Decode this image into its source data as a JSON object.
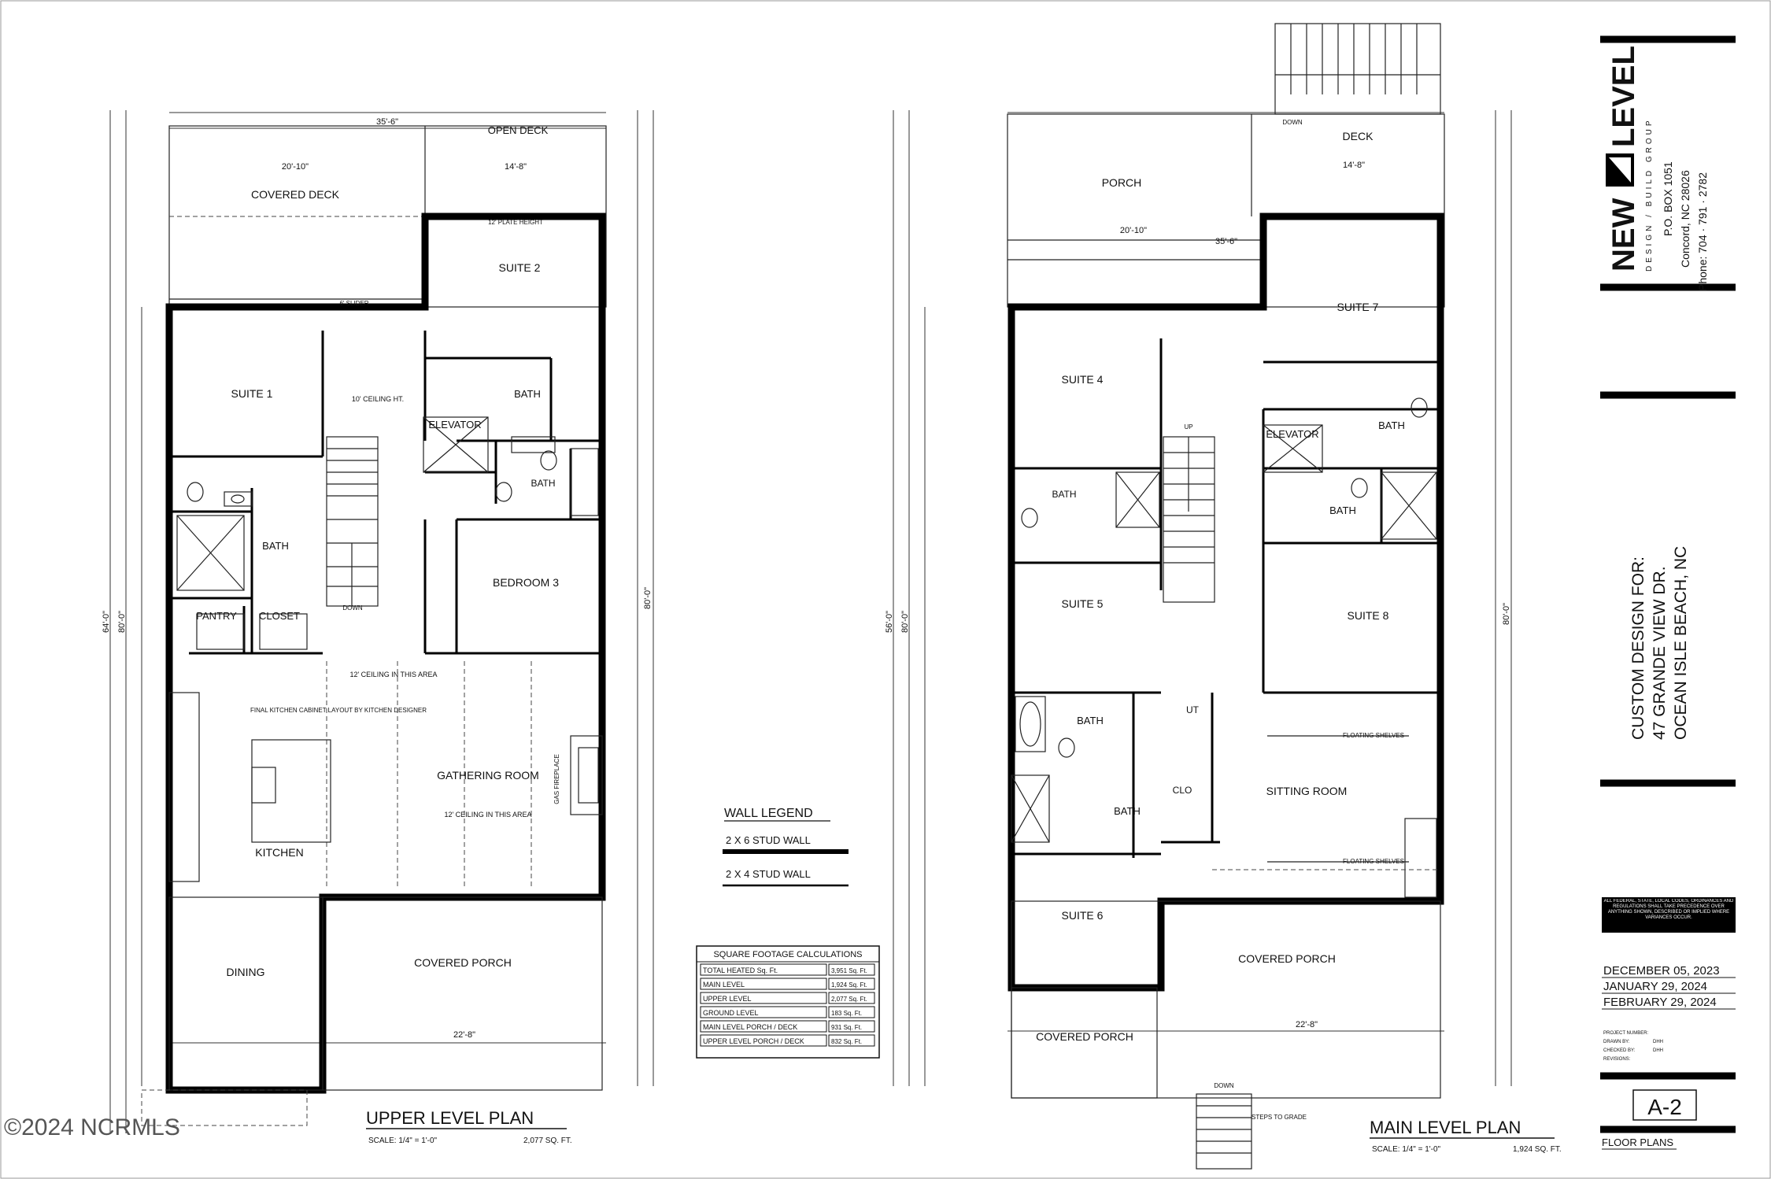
{
  "watermark": "©2024 NCRMLS",
  "upper_plan": {
    "title": "UPPER LEVEL PLAN",
    "scale": "SCALE: 1/4\" = 1'-0\"",
    "sqft": "2,077 SQ. FT.",
    "rooms": {
      "open_deck": "OPEN DECK",
      "covered_deck": "COVERED DECK",
      "suite2": "SUITE 2",
      "suite1": "SUITE 1",
      "bath1": "BATH",
      "bath2": "BATH",
      "bath3": "BATH",
      "elevator": "ELEVATOR",
      "bedroom3": "BEDROOM 3",
      "pantry": "PANTRY",
      "closet": "CLOSET",
      "gathering": "GATHERING ROOM",
      "kitchen": "KITCHEN",
      "dining": "DINING",
      "covered_porch": "COVERED PORCH"
    },
    "notes": {
      "ceiling10": "10' CEILING HT.",
      "ceiling12": "12' CEILING IN THIS AREA",
      "plate12": "12' PLATE HEIGHT",
      "slider": "6' SLIDER",
      "kitchen_note": "FINAL KITCHEN CABINET LAYOUT BY KITCHEN DESIGNER",
      "fireplace": "GAS FIREPLACE",
      "down": "DOWN"
    },
    "dims": {
      "top_total": "35'-6\"",
      "deck_left": "20'-10\"",
      "deck_right": "14'-8\"",
      "bottom_total": "22'-8\"",
      "height_total": "64'-0\"",
      "overall": "80'-0\""
    }
  },
  "main_plan": {
    "title": "MAIN LEVEL PLAN",
    "scale": "SCALE: 1/4\" = 1'-0\"",
    "sqft": "1,924 SQ. FT.",
    "rooms": {
      "deck": "DECK",
      "porch": "PORCH",
      "suite7": "SUITE 7",
      "suite4": "SUITE 4",
      "elevator": "ELEVATOR",
      "bath_a": "BATH",
      "bath_b": "BATH",
      "bath_c": "BATH",
      "bath_d": "BATH",
      "bath_e": "BATH",
      "suite5": "SUITE 5",
      "suite8": "SUITE 8",
      "sitting": "SITTING ROOM",
      "clo": "CLO",
      "ut": "UT",
      "suite6": "SUITE 6",
      "covered_porch": "COVERED PORCH",
      "covered_porch_small": "COVERED PORCH"
    },
    "notes": {
      "floating": "FLOATING SHELVES",
      "steps": "STEPS TO GRADE",
      "down": "DOWN",
      "up": "UP"
    },
    "dims": {
      "top_total": "35'-6\"",
      "left": "20'-10\"",
      "right": "14'-8\"",
      "bottom": "22'-8\"",
      "height": "56'-0\"",
      "overall": "80'-0\""
    }
  },
  "wall_legend": {
    "title": "WALL LEGEND",
    "item1": "2 X 6 STUD WALL",
    "item2": "2 X 4 STUD WALL"
  },
  "sqft_table": {
    "title": "SQUARE FOOTAGE CALCULATIONS",
    "rows": [
      {
        "label": "TOTAL HEATED Sq. Ft.",
        "value": "3,951 Sq. Ft."
      },
      {
        "label": "MAIN LEVEL",
        "value": "1,924 Sq. Ft."
      },
      {
        "label": "UPPER LEVEL",
        "value": "2,077 Sq. Ft."
      },
      {
        "label": "GROUND LEVEL",
        "value": "183 Sq. Ft."
      },
      {
        "label": "MAIN LEVEL PORCH / DECK",
        "value": "931 Sq. Ft."
      },
      {
        "label": "UPPER LEVEL PORCH / DECK",
        "value": "832 Sq. Ft."
      }
    ]
  },
  "title_block": {
    "brand_new": "NEW",
    "brand_level": "LEVEL",
    "brand_tag": "DESIGN / BUILD GROUP",
    "addr1": "P.O. BOX 1051",
    "addr2": "Concord, NC 28026",
    "phone": "Phone: 704 · 791 · 2782",
    "project1": "CUSTOM DESIGN FOR:",
    "project2": "47 GRANDE VIEW DR.",
    "project3": "OCEAN ISLE BEACH, NC",
    "dates": [
      "DECEMBER 05, 2023",
      "JANUARY 29, 2024",
      "FEBRUARY 29, 2024"
    ],
    "sheet": "A-2",
    "sheet_name": "FLOOR PLANS",
    "codes_note": "ALL FEDERAL, STATE, LOCAL CODES, ORDINANCES AND REGULATIONS SHALL TAKE PRECEDENCE OVER ANYTHING SHOWN, DESCRIBED OR IMPLIED WHERE VARIANCES OCCUR.",
    "project_number": "PROJECT NUMBER:",
    "drawn_by": "DRAWN BY:",
    "checked_by": "CHECKED BY:",
    "revisions": "REVISIONS:",
    "initials": "DHH"
  }
}
